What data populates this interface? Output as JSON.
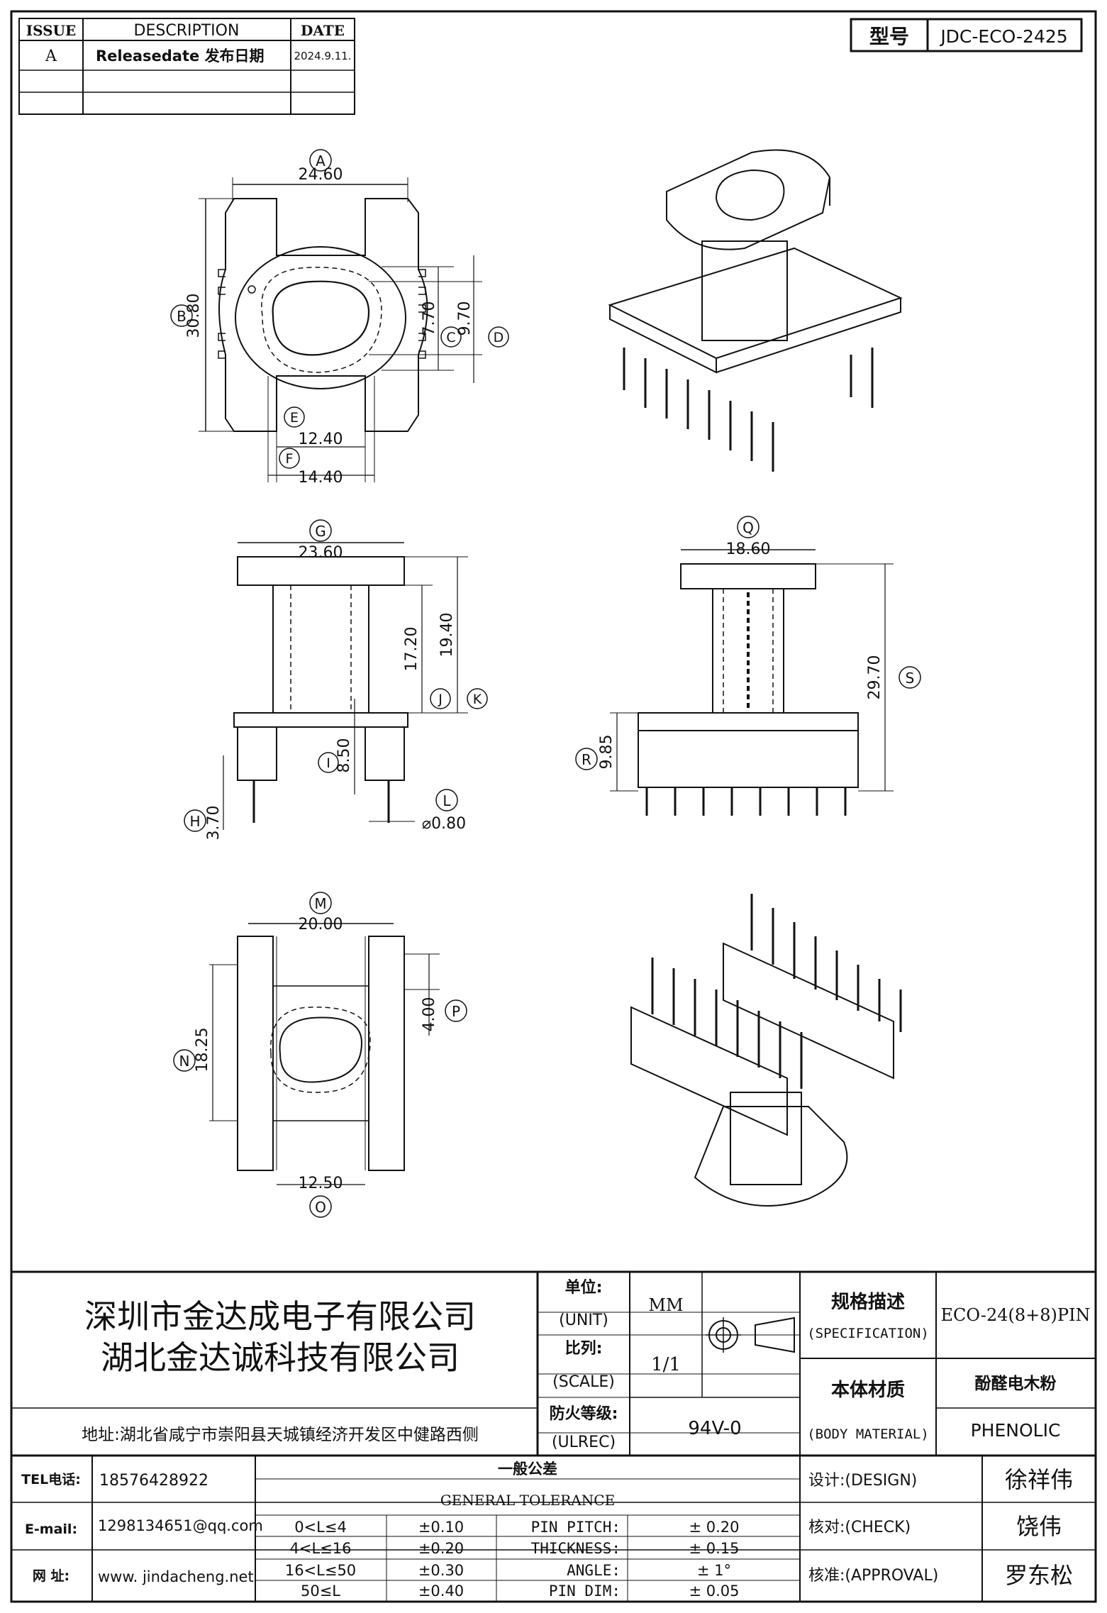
{
  "revision_table": {
    "headers": {
      "issue": "ISSUE",
      "description": "DESCRIPTION",
      "date": "DATE"
    },
    "rows": [
      {
        "issue": "A",
        "description": "Releasedate 发布日期",
        "date": "2024.9.11."
      }
    ]
  },
  "model": {
    "label": "型号",
    "value": "JDC-ECO-2425"
  },
  "dimensions": {
    "A": {
      "letter": "A",
      "value": "24.60"
    },
    "B": {
      "letter": "B",
      "value": "30.80"
    },
    "C": {
      "letter": "C",
      "value": "7.70"
    },
    "D": {
      "letter": "D",
      "value": "9.70"
    },
    "E": {
      "letter": "E",
      "value": "12.40"
    },
    "F": {
      "letter": "F",
      "value": "14.40"
    },
    "G": {
      "letter": "G",
      "value": "23.60"
    },
    "H": {
      "letter": "H",
      "value": "3.70"
    },
    "I": {
      "letter": "I",
      "value": "8.50"
    },
    "J": {
      "letter": "J",
      "value": "17.20"
    },
    "K": {
      "letter": "K",
      "value": "19.40"
    },
    "L": {
      "letter": "L",
      "value": "⌀0.80"
    },
    "M": {
      "letter": "M",
      "value": "20.00"
    },
    "N": {
      "letter": "N",
      "value": "18.25"
    },
    "O": {
      "letter": "O",
      "value": "12.50"
    },
    "P": {
      "letter": "P",
      "value": "4.00"
    },
    "Q": {
      "letter": "Q",
      "value": "18.60"
    },
    "R": {
      "letter": "R",
      "value": "9.85"
    },
    "S": {
      "letter": "S",
      "value": "29.70"
    }
  },
  "title_block": {
    "company_1": "深圳市金达成电子有限公司",
    "company_2": "湖北金达诚科技有限公司",
    "address": "地址:湖北省咸宁市崇阳县天城镇经济开发区中健路西侧",
    "unit_cn": "单位:",
    "unit_en": "(UNIT)",
    "unit_value": "MM",
    "scale_cn": "比列:",
    "scale_en": "(SCALE)",
    "scale_value": "1/1",
    "ulrec_cn": "防火等级:",
    "ulrec_en": "(ULREC)",
    "ulrec_value": "94V-0",
    "spec_cn": "规格描述",
    "spec_en": "(SPECIFICATION)",
    "spec_value": "ECO-24(8+8)PIN",
    "material_cn": "本体材质",
    "material_en": "(BODY MATERIAL)",
    "material_value_cn": "酚醛电木粉",
    "material_value_en": "PHENOLIC",
    "tel_label": "TEL电话:",
    "tel_value": "18576428922",
    "email_label": "E-mail:",
    "email_value": "1298134651@qq.com",
    "web_label": "网  址:",
    "web_value": "www. jindacheng.net",
    "tolerance_cn": "一般公差",
    "tolerance_en": "GENERAL TOLERANCE",
    "tolerances": [
      {
        "range": "0<L≤4",
        "value": "±0.10",
        "item": "PIN PITCH:",
        "item_value": "± 0.20"
      },
      {
        "range": "4<L≤16",
        "value": "±0.20",
        "item": "THICKNESS:",
        "item_value": "± 0.15"
      },
      {
        "range": "16<L≤50",
        "value": "±0.30",
        "item": "ANGLE:",
        "item_value": "± 1°"
      },
      {
        "range": "50≤L",
        "value": "±0.40",
        "item": "PIN DIM:",
        "item_value": "± 0.05"
      }
    ],
    "design_label": "设计:(DESIGN)",
    "design_name": "徐祥伟",
    "check_label": "核对:(CHECK)",
    "check_name": "饶伟",
    "approval_label": "核准:(APPROVAL)",
    "approval_name": "罗东松"
  }
}
